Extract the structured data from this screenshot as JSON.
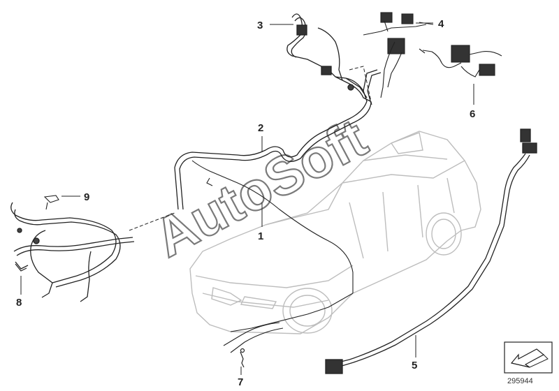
{
  "diagram": {
    "callouts": [
      {
        "id": "1",
        "label": "1"
      },
      {
        "id": "2",
        "label": "2"
      },
      {
        "id": "3",
        "label": "3"
      },
      {
        "id": "4",
        "label": "4"
      },
      {
        "id": "5",
        "label": "5"
      },
      {
        "id": "6",
        "label": "6"
      },
      {
        "id": "7",
        "label": "7"
      },
      {
        "id": "8",
        "label": "8"
      },
      {
        "id": "9",
        "label": "9"
      }
    ],
    "watermark": "AutoSoft",
    "reference_number": "295944",
    "icon": "arrow-box-icon",
    "colors": {
      "line": "#222222",
      "car_outline": "#bdbdbd",
      "watermark_stroke": "#7a7a7a"
    }
  }
}
